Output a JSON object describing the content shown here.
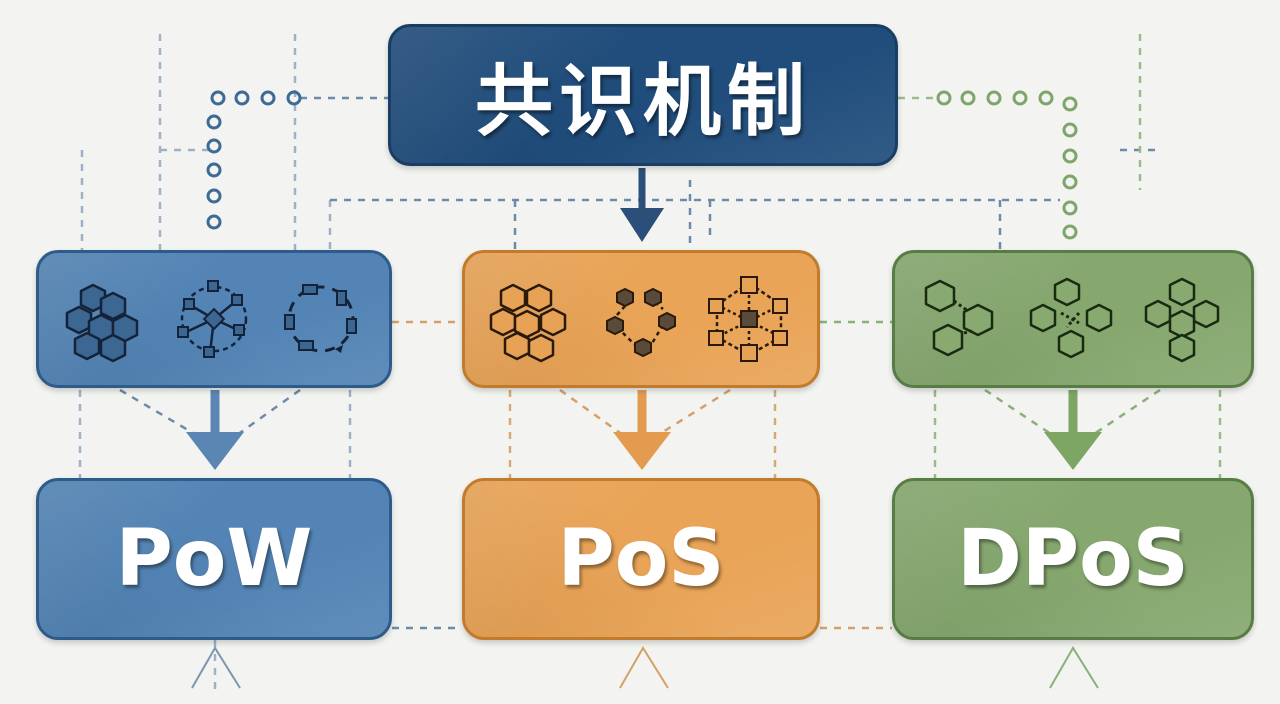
{
  "title": "共识机制",
  "columns": [
    {
      "id": "pow",
      "label": "PoW",
      "color": "#5384b5",
      "icons": [
        "cube-cluster-icon",
        "node-network-icon",
        "dashed-cycle-icon"
      ]
    },
    {
      "id": "pos",
      "label": "PoS",
      "color": "#e9a457",
      "icons": [
        "cube-cluster-icon",
        "node-ring-icon",
        "cube-network-icon"
      ]
    },
    {
      "id": "dpos",
      "label": "DPoS",
      "color": "#86a86f",
      "icons": [
        "linked-cubes-icon",
        "scattered-cubes-icon",
        "cube-group-icon"
      ]
    }
  ],
  "colors": {
    "title_bg": "#204d7c",
    "blue": "#5384b5",
    "orange": "#e9a457",
    "green": "#86a86f"
  }
}
